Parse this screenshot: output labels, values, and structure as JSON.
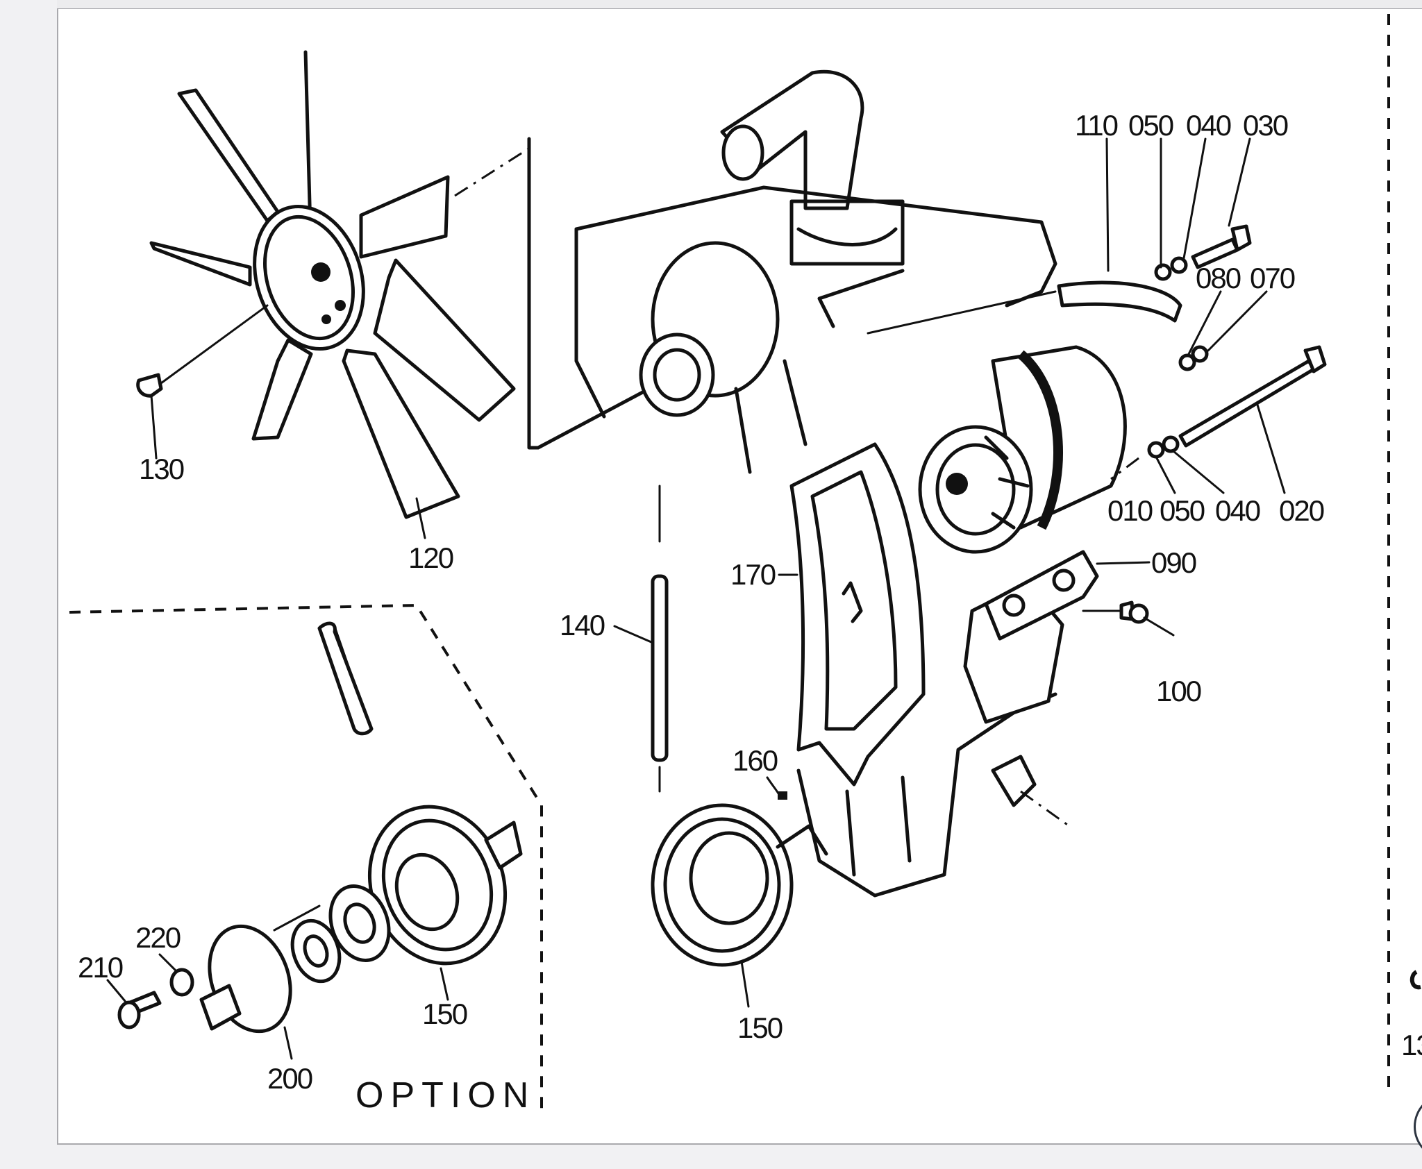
{
  "diagram": {
    "title": "Fan, alternator and pulley exploded view",
    "option_label": "OPTION",
    "part_labels": {
      "p010": "010",
      "p020": "020",
      "p030": "030",
      "p040_top": "040",
      "p040_bottom": "040",
      "p050_top": "050",
      "p050_bottom": "050",
      "p070": "070",
      "p080": "080",
      "p090": "090",
      "p100": "100",
      "p110": "110",
      "p120": "120",
      "p130": "130",
      "p140": "140",
      "p150_option": "150",
      "p150_main": "150",
      "p160": "160",
      "p170": "170",
      "p200": "200",
      "p210": "210",
      "p220": "220",
      "edge_partial": "13"
    }
  },
  "colors": {
    "ink": "#111111",
    "page": "#ffffff",
    "frame": "#f1f1f3",
    "border": "#a9a9ad"
  }
}
